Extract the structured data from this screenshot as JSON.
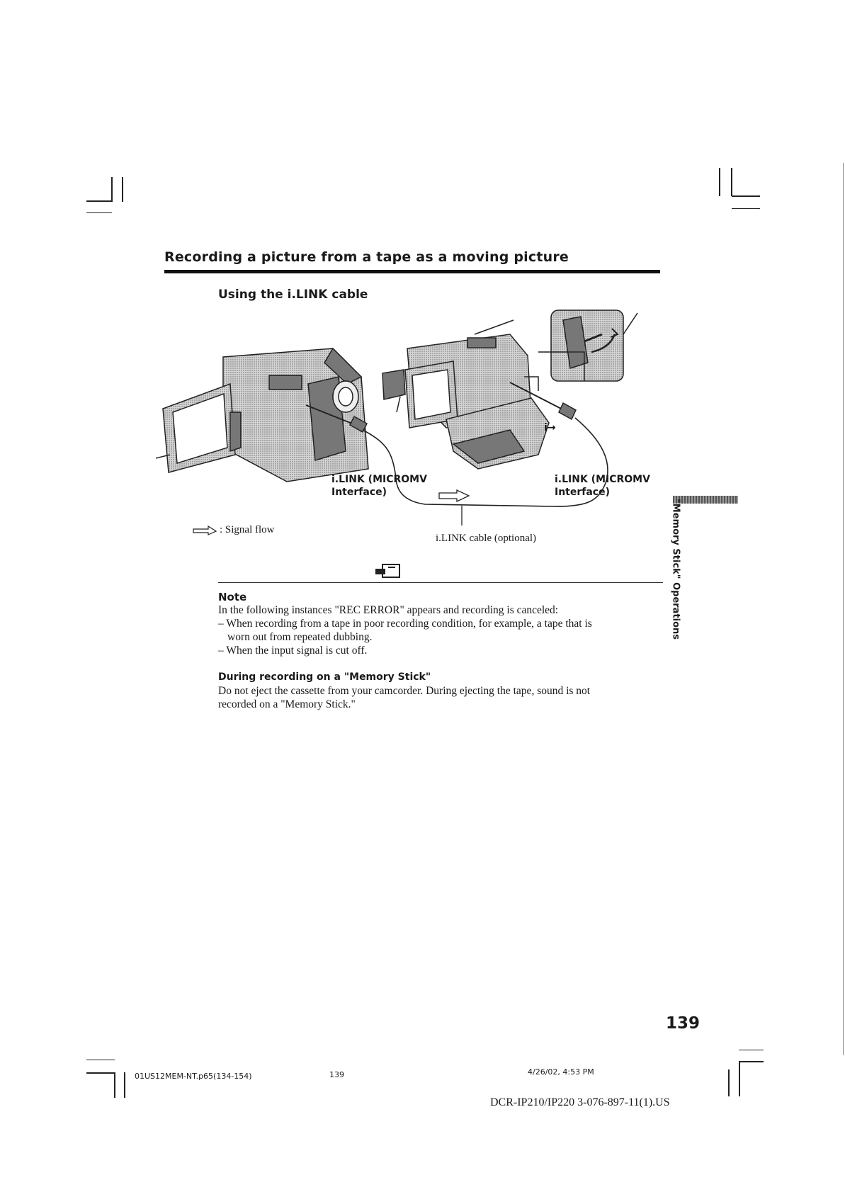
{
  "page": {
    "section_title": "Recording a picture from a tape as a moving picture",
    "subsection_title": "Using the i.LINK cable"
  },
  "figure": {
    "label_left_line1": "i.LINK (MICROMV",
    "label_left_line2": "Interface)",
    "label_right_line1": "i.LINK (MICROMV",
    "label_right_line2": "Interface)",
    "signal_flow": ": Signal flow",
    "cable_label": "i.LINK cable (optional)"
  },
  "sidebar_tab": "\"Memory Stick\" Operations",
  "note": {
    "heading": "Note",
    "intro": "In the following instances \"REC ERROR\" appears and recording is canceled:",
    "bullet1_line1": "– When recording from a tape in poor recording condition, for example, a tape that is",
    "bullet1_line2": "worn out from repeated dubbing.",
    "bullet2": "– When the input signal is cut off."
  },
  "memory_stick": {
    "heading": "During recording on a \"Memory Stick\"",
    "line1": "Do not eject the cassette from your camcorder. During ejecting the tape, sound is not",
    "line2": "recorded on a \"Memory Stick.\""
  },
  "page_number": "139",
  "footer": {
    "file": "01US12MEM-NT.p65(134-154)",
    "page": "139",
    "date": "4/26/02, 4:53 PM",
    "model": "DCR-IP210/IP220 3-076-897-11(1).US"
  }
}
